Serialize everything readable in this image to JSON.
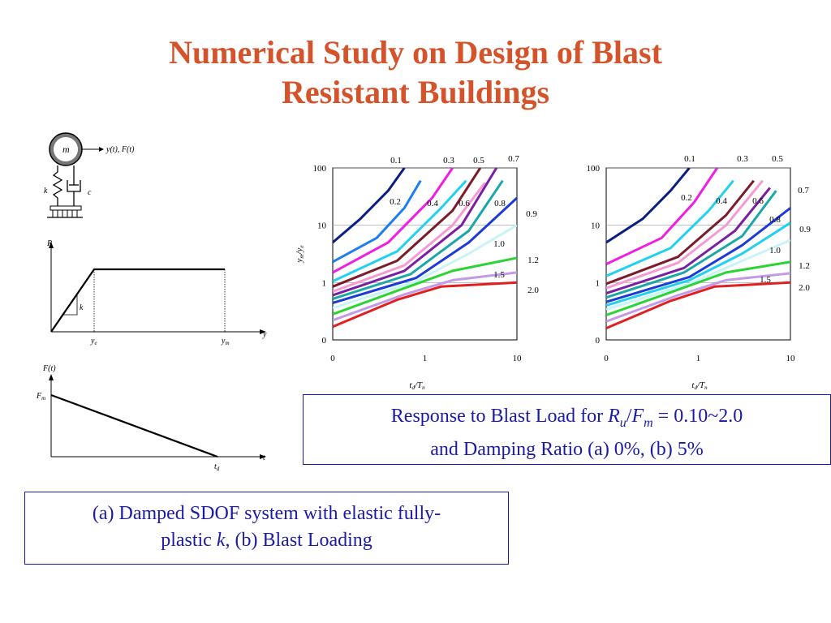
{
  "slide": {
    "title_line1": "Numerical Study on Design of Blast",
    "title_line2": "Resistant Buildings",
    "title_color": "#d4532a",
    "caption_color": "#1a1aa6"
  },
  "sdof": {
    "mass_label": "m",
    "output_label": "y(t), F(t)",
    "spring_label": "k",
    "damper_label": "c"
  },
  "resistance_plot": {
    "ylabel": "R",
    "xlabel": "y",
    "stiffness_label": "k",
    "ye_label": "y",
    "ye_sub": "e",
    "ym_label": "y",
    "ym_sub": "m"
  },
  "load_plot": {
    "ylabel": "F(t)",
    "xlabel": "t",
    "fm_label": "F",
    "fm_sub": "m",
    "td_label": "t",
    "td_sub": "d"
  },
  "chart_data": [
    {
      "type": "line",
      "panel": "(a) damping ratio 0%",
      "xscale": "log",
      "yscale": "log",
      "xlabel": "td/Tn",
      "ylabel": "ym/ye",
      "x_ticks": [
        "0",
        "1",
        "10"
      ],
      "y_ticks": [
        "100",
        "10",
        "1",
        "0"
      ],
      "xlim": [
        0.1,
        10
      ],
      "ylim": [
        0.1,
        100
      ],
      "grid": "horizontal",
      "series": [
        {
          "name": "0.1",
          "color": "#0b1f80",
          "x": [
            0.1,
            0.2,
            0.4,
            0.6
          ],
          "y": [
            5.0,
            13.0,
            40.0,
            100.0
          ]
        },
        {
          "name": "0.2",
          "color": "#1e7ef0",
          "x": [
            0.1,
            0.3,
            0.6,
            0.9
          ],
          "y": [
            2.3,
            6.0,
            20.0,
            60.0
          ]
        },
        {
          "name": "0.3",
          "color": "#f01ee0",
          "x": [
            0.1,
            0.4,
            1.2,
            2.0
          ],
          "y": [
            1.5,
            5.0,
            30.0,
            100.0
          ]
        },
        {
          "name": "0.4",
          "color": "#22d0f0",
          "x": [
            0.1,
            0.5,
            1.5,
            2.8
          ],
          "y": [
            1.05,
            3.5,
            20.0,
            60.0
          ]
        },
        {
          "name": "0.5",
          "color": "#7a1c2a",
          "x": [
            0.1,
            0.5,
            2.0,
            4.0
          ],
          "y": [
            0.85,
            2.4,
            18.0,
            100.0
          ]
        },
        {
          "name": "0.6",
          "color": "#f59ad2",
          "x": [
            0.1,
            0.6,
            2.0,
            4.5
          ],
          "y": [
            0.7,
            2.0,
            10.0,
            55.0
          ]
        },
        {
          "name": "0.7",
          "color": "#7b1fa2",
          "x": [
            0.1,
            0.6,
            2.5,
            6.0
          ],
          "y": [
            0.6,
            1.6,
            10.0,
            100.0
          ]
        },
        {
          "name": "0.8",
          "color": "#1aa7a7",
          "x": [
            0.1,
            0.7,
            3.0,
            7.0
          ],
          "y": [
            0.52,
            1.4,
            8.0,
            60.0
          ]
        },
        {
          "name": "0.9",
          "color": "#1c3ad6",
          "x": [
            0.1,
            0.8,
            3.0,
            10.0
          ],
          "y": [
            0.44,
            1.2,
            5.0,
            30.0
          ]
        },
        {
          "name": "1.0",
          "color": "#c8f4f6",
          "x": [
            0.1,
            0.8,
            3.0,
            10.0
          ],
          "y": [
            0.36,
            1.05,
            3.2,
            10.0
          ]
        },
        {
          "name": "1.2",
          "color": "#2ad432",
          "x": [
            0.1,
            0.6,
            2.0,
            10.0
          ],
          "y": [
            0.28,
            0.8,
            1.6,
            2.7
          ]
        },
        {
          "name": "1.5",
          "color": "#c39ae8",
          "x": [
            0.1,
            0.6,
            2.0,
            10.0
          ],
          "y": [
            0.22,
            0.62,
            1.1,
            1.5
          ]
        },
        {
          "name": "2.0",
          "color": "#e02020",
          "x": [
            0.1,
            0.5,
            1.5,
            10.0
          ],
          "y": [
            0.17,
            0.5,
            0.85,
            1.0
          ]
        }
      ],
      "annotations": [
        "0.1",
        "0.3",
        "0.5",
        "0.7",
        "0.2",
        "0.4",
        "0.6",
        "0.8",
        "0.9",
        "1.0",
        "1.2",
        "1.5",
        "2.0"
      ]
    },
    {
      "type": "line",
      "panel": "(b) damping ratio 5%",
      "xscale": "log",
      "yscale": "log",
      "xlabel": "td/Tn",
      "ylabel": "",
      "x_ticks": [
        "0",
        "1",
        "10"
      ],
      "y_ticks": [
        "100",
        "10",
        "1",
        "0"
      ],
      "xlim": [
        0.1,
        10
      ],
      "ylim": [
        0.1,
        100
      ],
      "grid": "horizontal",
      "series": [
        {
          "name": "0.1",
          "color": "#0b1f80",
          "x": [
            0.1,
            0.25,
            0.5,
            0.8
          ],
          "y": [
            5.0,
            13.0,
            40.0,
            100.0
          ]
        },
        {
          "name": "0.2",
          "color": "#f01ee0",
          "x": [
            0.1,
            0.4,
            0.9,
            1.6
          ],
          "y": [
            2.1,
            6.0,
            25.0,
            100.0
          ]
        },
        {
          "name": "0.3",
          "color": "#22d0f0",
          "x": [
            0.1,
            0.5,
            1.3,
            2.4
          ],
          "y": [
            1.3,
            4.0,
            18.0,
            60.0
          ]
        },
        {
          "name": "0.4",
          "color": "#7a1c2a",
          "x": [
            0.1,
            0.6,
            2.0,
            4.0
          ],
          "y": [
            0.95,
            2.8,
            15.0,
            60.0
          ]
        },
        {
          "name": "0.5",
          "color": "#f59ad2",
          "x": [
            0.1,
            0.6,
            2.0,
            5.0
          ],
          "y": [
            0.8,
            2.2,
            10.0,
            60.0
          ]
        },
        {
          "name": "0.6",
          "color": "#7b1fa2",
          "x": [
            0.1,
            0.7,
            2.5,
            6.0
          ],
          "y": [
            0.65,
            1.8,
            8.0,
            45.0
          ]
        },
        {
          "name": "0.7",
          "color": "#1aa7a7",
          "x": [
            0.1,
            0.7,
            3.0,
            7.0
          ],
          "y": [
            0.55,
            1.5,
            6.5,
            40.0
          ]
        },
        {
          "name": "0.8",
          "color": "#1c3ad6",
          "x": [
            0.1,
            0.8,
            3.0,
            10.0
          ],
          "y": [
            0.46,
            1.25,
            4.5,
            20.0
          ]
        },
        {
          "name": "0.9",
          "color": "#22d0f0",
          "x": [
            0.1,
            0.8,
            3.0,
            10.0
          ],
          "y": [
            0.4,
            1.1,
            3.2,
            11.0
          ]
        },
        {
          "name": "1.0",
          "color": "#c8f4f6",
          "x": [
            0.1,
            0.8,
            3.0,
            10.0
          ],
          "y": [
            0.34,
            0.95,
            2.4,
            5.5
          ]
        },
        {
          "name": "1.2",
          "color": "#2ad432",
          "x": [
            0.1,
            0.6,
            2.0,
            10.0
          ],
          "y": [
            0.27,
            0.75,
            1.5,
            2.3
          ]
        },
        {
          "name": "1.5",
          "color": "#c39ae8",
          "x": [
            0.1,
            0.6,
            2.0,
            10.0
          ],
          "y": [
            0.21,
            0.6,
            1.1,
            1.45
          ]
        },
        {
          "name": "2.0",
          "color": "#e02020",
          "x": [
            0.1,
            0.5,
            1.5,
            10.0
          ],
          "y": [
            0.16,
            0.48,
            0.85,
            1.0
          ]
        }
      ],
      "annotations": [
        "0.1",
        "0.3",
        "0.5",
        "0.7",
        "0.2",
        "0.4",
        "0.6",
        "0.8",
        "0.9",
        "1.0",
        "1.2",
        "1.5",
        "2.0"
      ]
    }
  ],
  "captions": {
    "right_prefix": "Response to Blast Load for ",
    "right_ru": "R",
    "right_ru_sub": "u",
    "right_slash": "/",
    "right_fm": "F",
    "right_fm_sub": "m",
    "right_range": " = 0.10~2.0",
    "right_line2": "and Damping Ratio (a) 0%, (b) 5%",
    "left_line1": "(a) Damped SDOF system with elastic fully-",
    "left_line2_a": "plastic ",
    "left_line2_k": "k",
    "left_line2_b": ", (b) Blast Loading"
  }
}
